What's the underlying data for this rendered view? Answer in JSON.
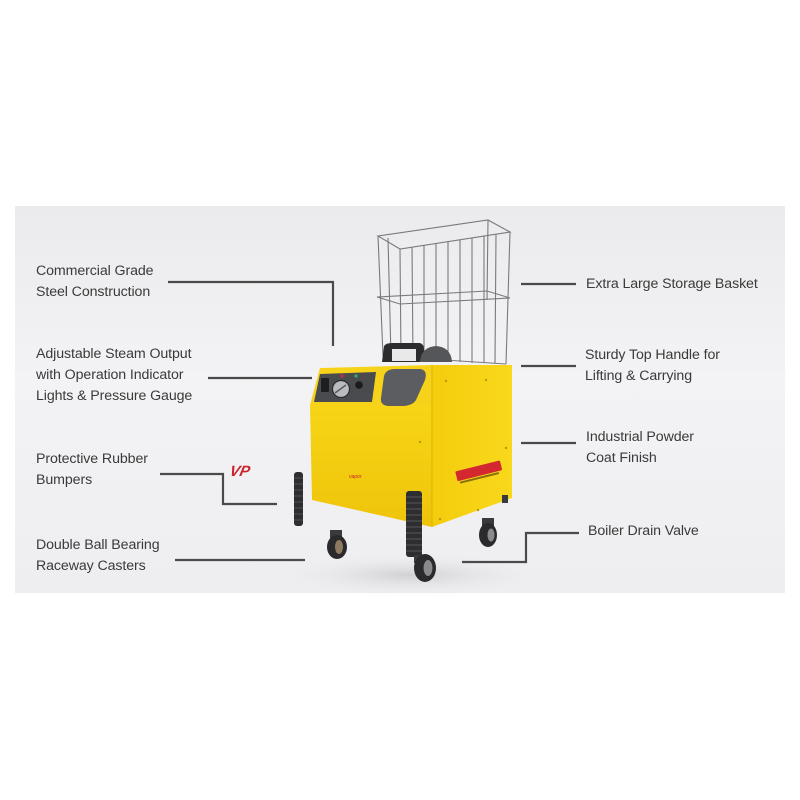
{
  "product": {
    "type": "commercial steam cleaner on casters",
    "body_color": "#f5d00f",
    "logos": [
      "VP brand mark",
      "model badge"
    ]
  },
  "callouts": {
    "left": [
      {
        "id": "steel",
        "text": "Commercial Grade\nSteel Construction"
      },
      {
        "id": "steam-output",
        "text": "Adjustable Steam Output\nwith Operation Indicator\nLights & Pressure Gauge"
      },
      {
        "id": "bumpers",
        "text": "Protective Rubber\nBumpers"
      },
      {
        "id": "casters",
        "text": "Double Ball Bearing\nRaceway Casters"
      }
    ],
    "right": [
      {
        "id": "basket",
        "text": "Extra Large Storage Basket"
      },
      {
        "id": "handle",
        "text": "Sturdy Top Handle for\nLifting & Carrying"
      },
      {
        "id": "finish",
        "text": "Industrial Powder\nCoat Finish"
      },
      {
        "id": "drain",
        "text": "Boiler Drain Valve"
      }
    ]
  },
  "colors": {
    "text": "#3a3a3a",
    "leader_line": "#4a4a4a",
    "panel_bg": "#efeff1",
    "yellow": "#f5d00f",
    "dark_rubber": "#2e2e2e"
  }
}
